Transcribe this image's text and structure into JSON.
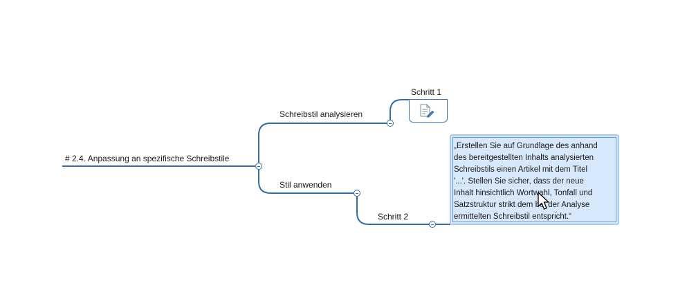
{
  "map": {
    "root_label": "# 2.4. Anpassung an spezifische Schreibstile",
    "branch1_label": "Schreibstil analysieren",
    "branch2_label": "Stil anwenden",
    "step1_label": "Schritt 1",
    "step2_label": "Schritt 2",
    "note_icon": "document-edit-icon",
    "step2_text": "„Erstellen Sie auf Grundlage des anhand\ndes bereitgestellten Inhalts analysierten\nSchreibstils einen Artikel mit dem Titel\n'...'. Stellen Sie sicher, dass der neue\nInhalt hinsichtlich Wortwahl, Tonfall und\nSatzstruktur strikt dem bei der Analyse\nermittelten Schreibstil entspricht.“"
  },
  "colors": {
    "connector": "#2f6ea8",
    "selection_fill": "#d7e8fb",
    "selection_border": "#5b9bd5"
  }
}
